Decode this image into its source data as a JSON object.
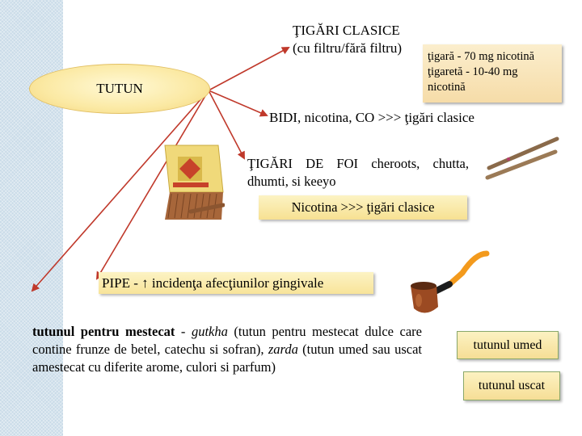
{
  "title": {
    "line1": "ŢIGĂRI CLASICE",
    "line2": "(cu filtru/fără filtru)"
  },
  "info_box": {
    "line1": "ţigară - 70 mg nicotină",
    "line2": "ţigaretă - 10-40 mg",
    "line3": "nicotină"
  },
  "center_node": {
    "label": "TUTUN"
  },
  "bidi": {
    "bold": "BIDI",
    "text": ", nicotina, CO  >>> ţigări clasice"
  },
  "foi": {
    "text": "ŢIGĂRI DE FOI cheroots, chutta, dhumti, si keeyo"
  },
  "nicotina_box": {
    "text": "Nicotina >>> ţigări clasice"
  },
  "pipe": {
    "text": "PIPE - ↑ incidenţa afecţiunilor gingivale"
  },
  "mestecat": {
    "bold": "tutunul pentru mestecat",
    "dash": " - ",
    "gutkha": "gutkha",
    "text1": " (tutun pentru mestecat dulce care contine frunze de betel, catechu si sofran), ",
    "zarda": "zarda",
    "text2": " (tutun umed sau uscat amestecat cu diferite arome, culori si parfum)"
  },
  "tags": {
    "umed": "tutunul umed",
    "uscat": "tutunul uscat"
  },
  "images": {
    "cigar_box": "cigar-box-image",
    "cigarillos": "cigarillos-image",
    "pipe": "pipe-image"
  },
  "colors": {
    "arrow": "#c0392b",
    "box_fill": "#f8e6a8",
    "stripe": "#c9dbe8"
  }
}
